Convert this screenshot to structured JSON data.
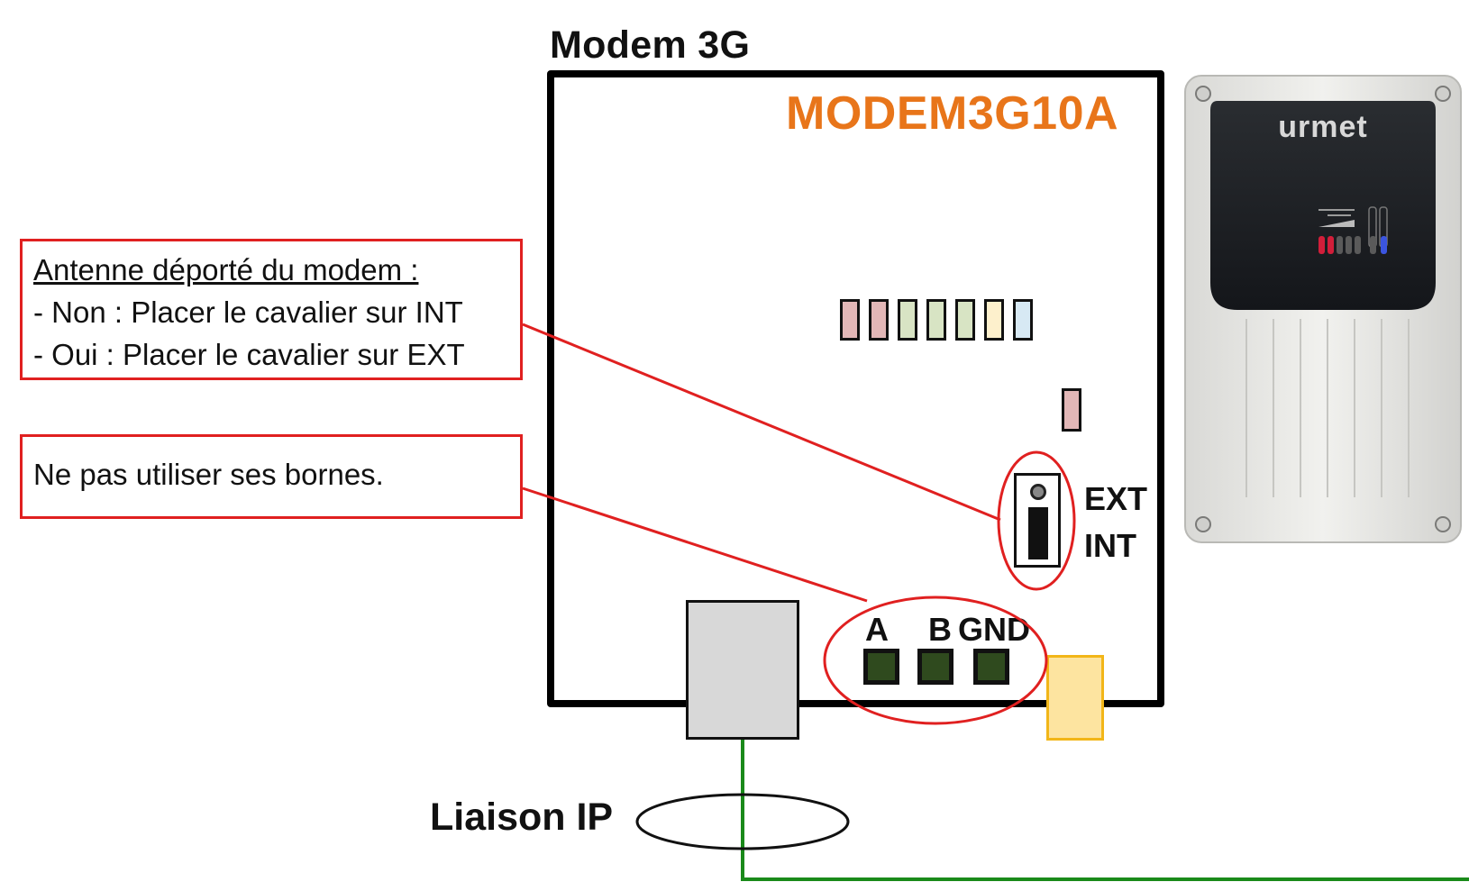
{
  "diagram": {
    "title": "Modem 3G",
    "model": "MODEM3G10A",
    "jumper": {
      "ext_label": "EXT",
      "int_label": "INT"
    },
    "terminals": [
      {
        "label": "A"
      },
      {
        "label": "B"
      },
      {
        "label": "GND"
      }
    ],
    "leds": [
      {
        "color": "#e2b7b7"
      },
      {
        "color": "#e2b7b7"
      },
      {
        "color": "#d8e4c4"
      },
      {
        "color": "#d8e4c4"
      },
      {
        "color": "#d8e4c4"
      },
      {
        "color": "#fdf0cc"
      },
      {
        "color": "#d7e9f4"
      }
    ],
    "single_led_color": "#e2b7b7",
    "callouts": {
      "antenna": {
        "heading": "Antenne déporté du modem :",
        "line1": "- Non : Placer le cavalier sur INT",
        "line2": "- Oui  : Placer le cavalier sur EXT"
      },
      "terminals": {
        "text": "Ne pas utiliser ses bornes."
      }
    },
    "link_label": "Liaison IP",
    "device_photo": {
      "brand": "urmet"
    },
    "colors": {
      "model": "#e8751a",
      "callout_border": "#e02020",
      "cable": "#1a8a1a",
      "yellow_block_border": "#f2b618"
    }
  }
}
